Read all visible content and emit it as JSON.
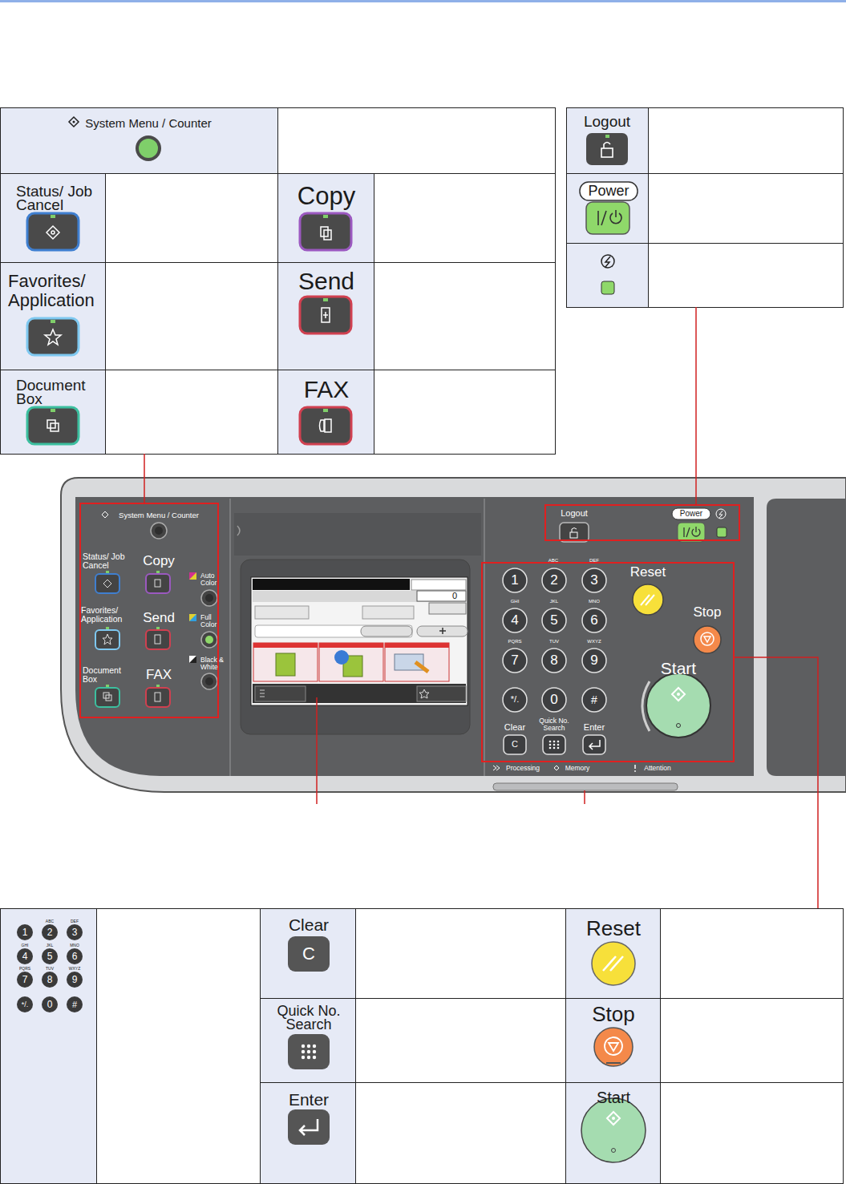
{
  "diagram": {
    "nodes": [
      {
        "text": [
          "System Menu / Counter"
        ]
      },
      {
        "text": [
          "Status/ Job Cancel"
        ]
      },
      {
        "text": [
          "Copy"
        ]
      },
      {
        "text": [
          "Favorites/ Application"
        ]
      },
      {
        "text": [
          "Send"
        ]
      },
      {
        "text": [
          "Document Box"
        ]
      },
      {
        "text": [
          "FAX"
        ]
      },
      {
        "text": [
          "Logout"
        ]
      },
      {
        "text": [
          "Power"
        ]
      },
      {
        "text": [
          "ABC",
          "DEF",
          "1",
          "2",
          "3",
          "GHI",
          "JKL",
          "MNO",
          "4",
          "5",
          "6",
          "PQRS",
          "TUV",
          "WXYZ",
          "7",
          "8",
          "9",
          "*/.",
          "0",
          "#"
        ]
      },
      {
        "text": [
          "Clear",
          "C"
        ]
      },
      {
        "text": [
          "Quick No. Search"
        ]
      },
      {
        "text": [
          "Enter"
        ]
      },
      {
        "text": [
          "Reset"
        ]
      },
      {
        "text": [
          "Stop"
        ]
      },
      {
        "text": [
          "Start"
        ]
      }
    ],
    "labels": [
      "System Menu / Counter",
      "Status/ Job Cancel",
      "Copy",
      "Auto Color",
      "Favorites/ Application",
      "Send",
      "Full Color",
      "Document Box",
      "FAX",
      "Black & White",
      "0",
      "Logout",
      "Power",
      "ABC",
      "DEF",
      "1",
      "2",
      "3",
      "GHI",
      "JKL",
      "MNO",
      "4",
      "5",
      "6",
      "PQRS",
      "TUV",
      "WXYZ",
      "7",
      "8",
      "9",
      "*/.",
      "0",
      "#",
      "Reset",
      "Stop",
      "Start",
      "Clear",
      "C",
      "Quick No. Search",
      "Enter",
      "Processing",
      "Memory",
      "Attention"
    ]
  }
}
